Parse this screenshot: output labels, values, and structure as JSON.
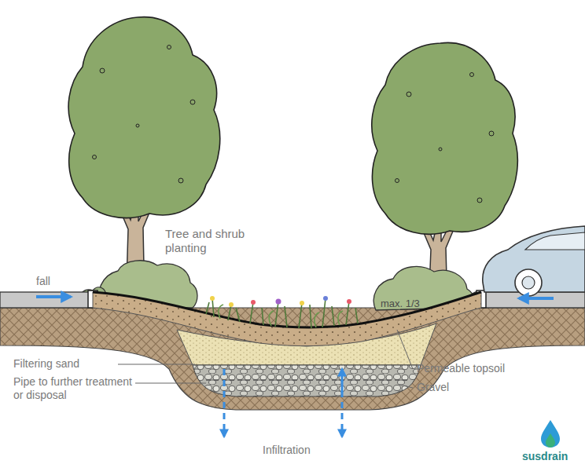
{
  "diagram": {
    "labels": [
      "Tree and shrub planting",
      "fall",
      "max. 1/3",
      "Filtering sand",
      "Permeable topsoil",
      "Pipe to further treatment or disposal",
      "Gravel",
      "Infiltration",
      "susdrain"
    ]
  }
}
